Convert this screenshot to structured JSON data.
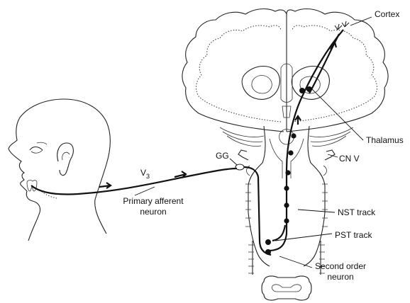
{
  "labels": {
    "cortex": "Cortex",
    "thalamus": "Thalamus",
    "gg": "GG",
    "cn_v": "CN V",
    "v3_main": "V",
    "v3_sub": "3",
    "primary_afferent_line1": "Primary afferent",
    "primary_afferent_line2": "neuron",
    "nst_track": "NST track",
    "pst_track": "PST track",
    "second_order_line1": "Second order",
    "second_order_line2": "neuron"
  },
  "colors": {
    "ink": "#111111",
    "background": "#ffffff"
  }
}
